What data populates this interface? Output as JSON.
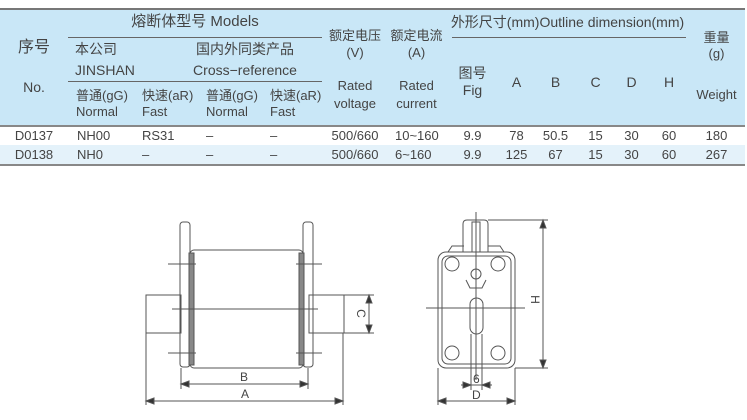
{
  "table": {
    "header": {
      "no_cn": "序号",
      "no_en": "No.",
      "models": "熔断体型号 Models",
      "jinshan_cn": "本公司",
      "jinshan_en": "JINSHAN",
      "cross_cn": "国内外同类产品",
      "cross_en": "Cross−reference",
      "normal1_cn": "普通(gG)",
      "normal1_en": "Normal",
      "fast1_cn": "快速(aR)",
      "fast1_en": "Fast",
      "normal2_cn": "普通(gG)",
      "normal2_en": "Normal",
      "fast2_cn": "快速(aR)",
      "fast2_en": "Fast",
      "voltage_cn": "额定电压",
      "voltage_unit": "(V)",
      "voltage_en1": "Rated",
      "voltage_en2": "voltage",
      "current_cn": "额定电流",
      "current_unit": "(A)",
      "current_en1": "Rated",
      "current_en2": "current",
      "outline": "外形尺寸(mm)Outline dimension(mm)",
      "fig_cn": "图号",
      "fig_en": "Fig",
      "A": "A",
      "B": "B",
      "C": "C",
      "D": "D",
      "H": "H",
      "weight_cn": "重量",
      "weight_unit": "(g)",
      "weight_en": "Weight"
    },
    "rows": [
      [
        "D0137",
        "NH00",
        "RS31",
        "–",
        "–",
        "500/660",
        "10~160",
        "9.9",
        "78",
        "50.5",
        "15",
        "30",
        "60",
        "180"
      ],
      [
        "D0138",
        "NH0",
        "–",
        "–",
        "–",
        "500/660",
        "6~160",
        "9.9",
        "125",
        "67",
        "15",
        "30",
        "60",
        "267"
      ]
    ]
  },
  "drawing": {
    "A": "A",
    "B": "B",
    "C": "C",
    "D": "D",
    "H": "H",
    "slot": "6"
  },
  "colors": {
    "header_bg": "#c9e7f7",
    "row_alt": "#e4f2fa"
  }
}
